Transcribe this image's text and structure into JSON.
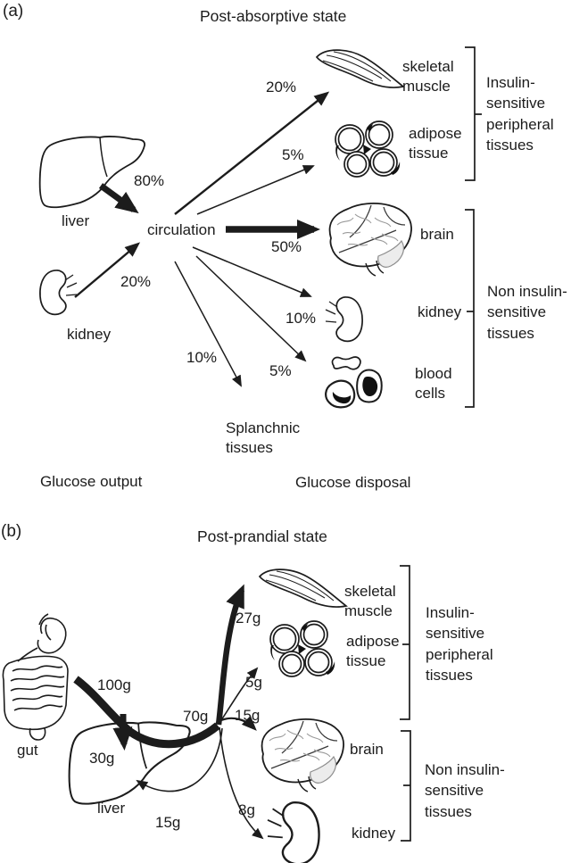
{
  "colors": {
    "ink": "#1c1c1c",
    "gyri_gray": "#9a9a9a",
    "bg": "#ffffff"
  },
  "a": {
    "tag": "(a)",
    "title": "Post-absorptive state",
    "hub": "circulation",
    "liver_label": "liver",
    "kidney_source_label": "kidney",
    "flow_liver": "80%",
    "flow_kidney_source": "20%",
    "flow_muscle": "20%",
    "flow_adipose": "5%",
    "flow_brain": "50%",
    "flow_kidney": "10%",
    "flow_blood": "5%",
    "flow_splanchnic": "10%",
    "muscle_label": "skeletal\nmuscle",
    "adipose_label": "adipose\ntissue",
    "brain_label": "brain",
    "kidney_label": "kidney",
    "blood_label": "blood\ncells",
    "splanchnic_label": "Splanchnic\ntissues",
    "bracket_insulin": "Insulin-\nsensitive\nperipheral\ntissues",
    "bracket_non_insulin": "Non insulin-\nsensitive\ntissues",
    "caption_left": "Glucose output",
    "caption_right": "Glucose disposal"
  },
  "b": {
    "tag": "(b)",
    "title": "Post-prandial state",
    "gut_label": "gut",
    "liver_label": "liver",
    "flow_intake": "100g",
    "flow_liver_uptake": "30g",
    "flow_systemic": "70g",
    "flow_muscle": "27g",
    "flow_adipose": "5g",
    "flow_brain": "15g",
    "flow_liver_return": "15g",
    "flow_kidney": "8g",
    "muscle_label": "skeletal\nmuscle",
    "adipose_label": "adipose\ntissue",
    "brain_label": "brain",
    "kidney_label": "kidney",
    "bracket_insulin": "Insulin-\nsensitive\nperipheral\ntissues",
    "bracket_non_insulin": "Non insulin-\nsensitive\ntissues"
  }
}
